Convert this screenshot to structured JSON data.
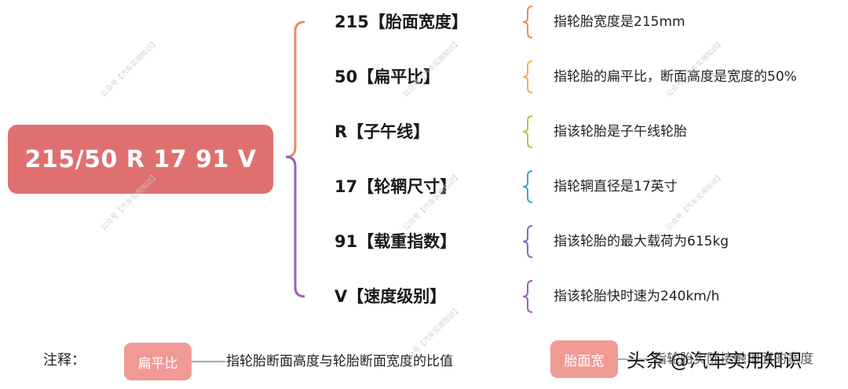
{
  "root": {
    "label": "215/50 R 17 91 V",
    "color": "#e07070"
  },
  "branches": [
    {
      "label": "215【胎面宽度】",
      "desc": "指轮胎宽度是215mm",
      "color": "#ee8a5e"
    },
    {
      "label": "50【扁平比】",
      "desc": "指轮胎的扁平比，断面高度是宽度的50%",
      "color": "#f4b352"
    },
    {
      "label": "R【子午线】",
      "desc": "指该轮胎是子午线轮胎",
      "color": "#b5c94a"
    },
    {
      "label": "17【轮辋尺寸】",
      "desc": "指轮辋直径是17英寸",
      "color": "#3fa9c4"
    },
    {
      "label": "91【载重指数】",
      "desc": "指该轮胎的最大载荷为615kg",
      "color": "#8a67b8"
    },
    {
      "label": "V【速度级别】",
      "desc": "指该轮胎快时速为240km/h",
      "color": "#9b62b0"
    }
  ],
  "bracket_colors": {
    "upper": "#ee8a5e",
    "lower": "#9b62b0"
  },
  "notes": {
    "label": "注释：",
    "items": [
      {
        "tag": "扁平比",
        "text": "指轮胎断面高度与轮胎断面宽度的比值",
        "color": "#f09a96"
      },
      {
        "tag": "胎面宽",
        "text": "指轮胎实际接触地面的宽度",
        "color": "#f09a96"
      }
    ],
    "line_color": "#aaaaaa"
  },
  "footer_brand": "头条 @汽车实用知识",
  "watermark_text": "公众号【汽车实用知识】"
}
